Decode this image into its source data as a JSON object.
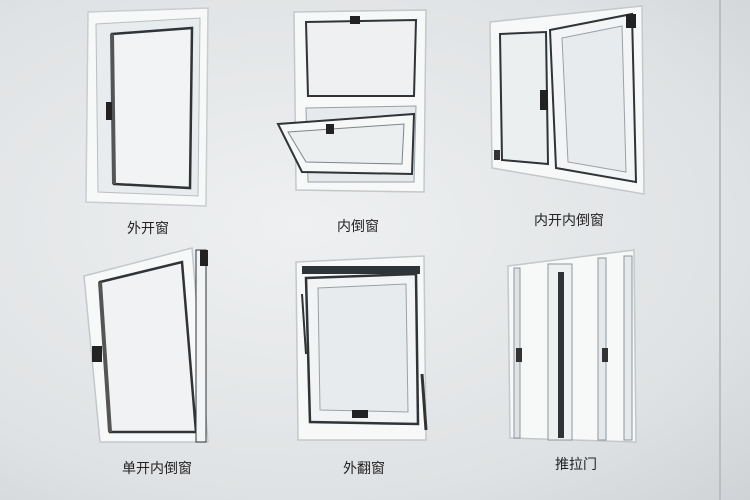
{
  "windows": [
    {
      "label": "外开窗"
    },
    {
      "label": "内倒窗"
    },
    {
      "label": "内开内倒窗"
    },
    {
      "label": "单开内倒窗"
    },
    {
      "label": "外翻窗"
    },
    {
      "label": "推拉门"
    }
  ]
}
